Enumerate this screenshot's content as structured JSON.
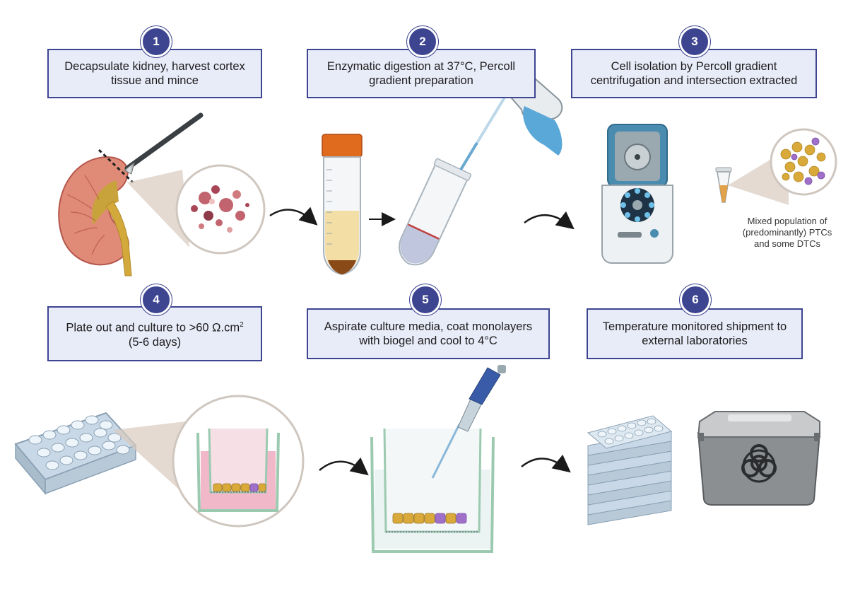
{
  "steps": [
    {
      "number": "1",
      "text": "Decapsulate kidney, harvest cortex tissue and mince"
    },
    {
      "number": "2",
      "text": "Enzymatic digestion at 37°C, Percoll gradient preparation"
    },
    {
      "number": "3",
      "text": "Cell isolation by Percoll gradient centrifugation and intersection extracted"
    },
    {
      "number": "4",
      "text_main": "Plate out and culture to >60 Ω.cm",
      "text_sup": "2",
      "text_line2": "(5-6 days)"
    },
    {
      "number": "5",
      "text": "Aspirate culture media, coat monolayers with biogel and cool to 4°C"
    },
    {
      "number": "6",
      "text": "Temperature monitored shipment to external laboratories"
    }
  ],
  "annotations": {
    "mixed_population": "Mixed population of (predominantly) PTCs and some DTCs"
  },
  "colors": {
    "box_fill": "#e8ebf8",
    "box_border": "#3d4591",
    "badge": "#3d4591",
    "cell_yellow": "#d9a93a",
    "cell_purple": "#a070c8"
  }
}
